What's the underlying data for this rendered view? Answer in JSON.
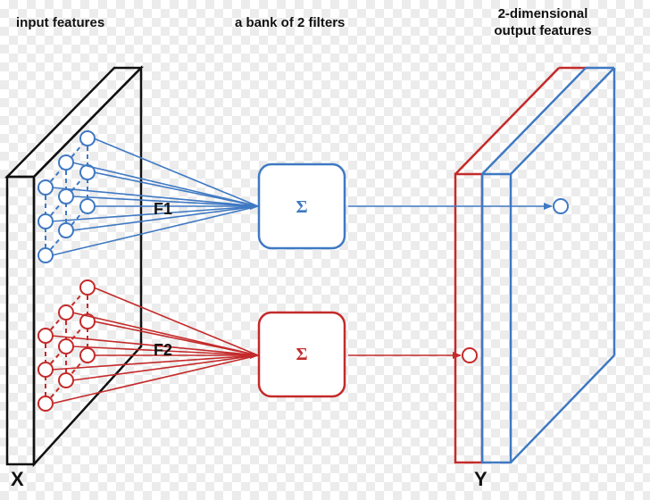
{
  "labels": {
    "input_features": "input features",
    "filter_bank": "a bank of 2 filters",
    "output_line1": "2-dimensional",
    "output_line2": "output features",
    "input_symbol": "X",
    "output_symbol": "Y",
    "filter1": "F1",
    "filter2": "F2",
    "sum_symbol": "Σ"
  },
  "colors": {
    "blue": "#3f79c3",
    "red": "#c42a2a",
    "frame": "#111111"
  }
}
